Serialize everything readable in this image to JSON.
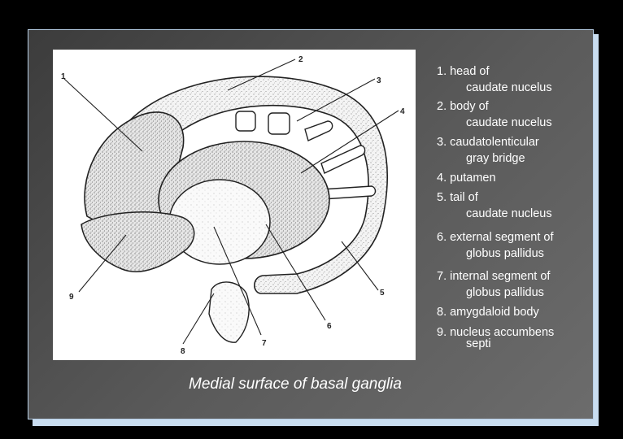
{
  "figure": {
    "callouts": [
      "1",
      "2",
      "3",
      "4",
      "5",
      "6",
      "7",
      "8",
      "9"
    ]
  },
  "legend": {
    "items": [
      {
        "number_label": "1. head of",
        "continuation": "caudate nucelus"
      },
      {
        "number_label": "2. body of",
        "continuation": "caudate nucelus"
      },
      {
        "number_label": "3. caudatolenticular",
        "continuation": "gray bridge"
      },
      {
        "number_label": "4. putamen",
        "continuation": ""
      },
      {
        "number_label": "5. tail of",
        "continuation": "caudate nucleus"
      },
      {
        "number_label": "6. external segment of",
        "continuation": "globus pallidus"
      },
      {
        "number_label": "7. internal segment of",
        "continuation": "globus pallidus"
      },
      {
        "number_label": "8. amygdaloid body",
        "continuation": ""
      },
      {
        "number_label": "9. nucleus accumbens",
        "continuation": "septi"
      }
    ]
  },
  "caption": "Medial surface of basal ganglia",
  "colors": {
    "background": "#000000",
    "panel": "#555555",
    "panel_shadow": "#c9ddf0",
    "text": "#ffffff"
  }
}
